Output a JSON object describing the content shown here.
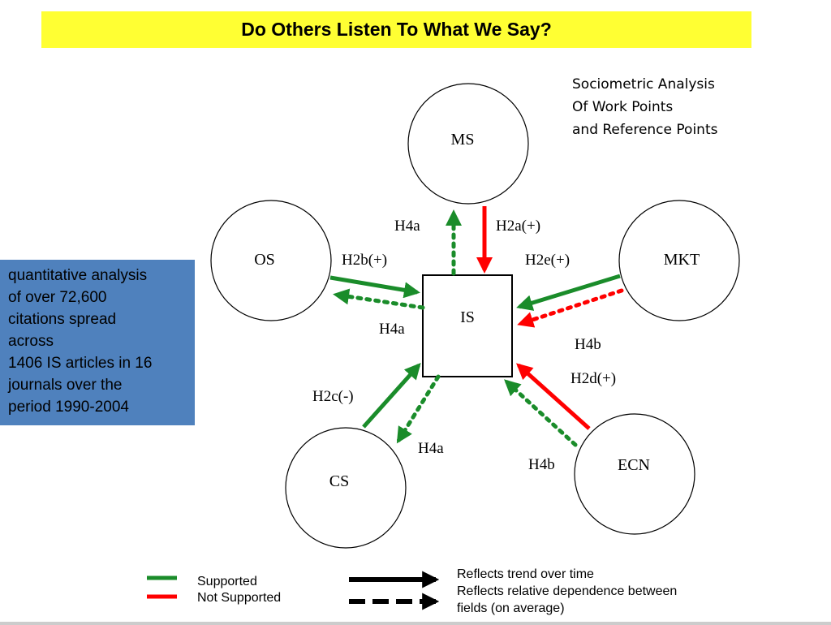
{
  "title": "Do Others Listen To What We Say?",
  "subtitle": [
    "Sociometric Analysis",
    "Of Work Points",
    "and Reference Points"
  ],
  "info_box": [
    "quantitative analysis",
    "of over 72,600",
    "citations spread",
    "across",
    "1406 IS articles in 16",
    "journals over the",
    "period 1990-2004"
  ],
  "nodes": {
    "ms": "MS",
    "os": "OS",
    "mkt": "MKT",
    "is": "IS",
    "cs": "CS",
    "ecn": "ECN"
  },
  "edge_labels": {
    "ms_h4a": "H4a",
    "ms_h2a": "H2a(+)",
    "os_h2b": "H2b(+)",
    "os_h4a": "H4a",
    "mkt_h2e": "H2e(+)",
    "mkt_h4b": "H4b",
    "ecn_h2d": "H2d(+)",
    "ecn_h4b": "H4b",
    "cs_h2c": "H2c(-)",
    "cs_h4a": "H4a"
  },
  "colors": {
    "supported": "#1a8c2a",
    "not_supported": "#ff0000",
    "title_bg": "#ffff33",
    "info_bg": "#4f81bd"
  },
  "legend": {
    "supported": "Supported",
    "not_supported": "Not Supported",
    "solid": "Reflects trend over time",
    "dashed_line1": "Reflects relative dependence between",
    "dashed_line2": "fields (on average)"
  }
}
